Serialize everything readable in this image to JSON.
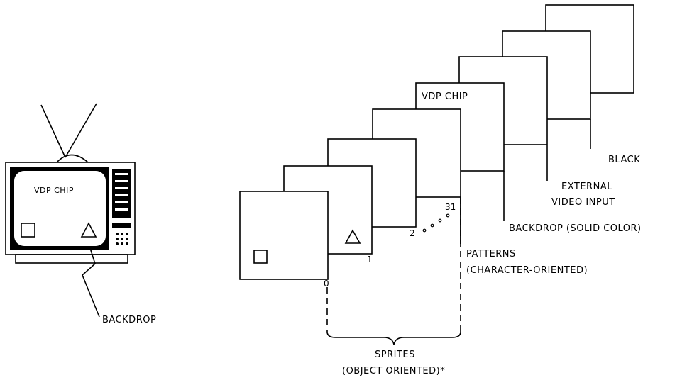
{
  "tv": {
    "screen_text": "VDP CHIP",
    "pointer_label": "BACKDROP"
  },
  "planes": {
    "top_label": "VDP CHIP",
    "sprite_numbers": [
      "0",
      "1",
      "2",
      "31"
    ],
    "black_label": "BLACK",
    "external_video_line1": "EXTERNAL",
    "external_video_line2": "VIDEO INPUT",
    "backdrop_label": "BACKDROP (SOLID COLOR)",
    "patterns_line1": "PATTERNS",
    "patterns_line2": "(CHARACTER-ORIENTED)",
    "sprites_line1": "SPRITES",
    "sprites_line2": "(OBJECT ORIENTED)*"
  }
}
